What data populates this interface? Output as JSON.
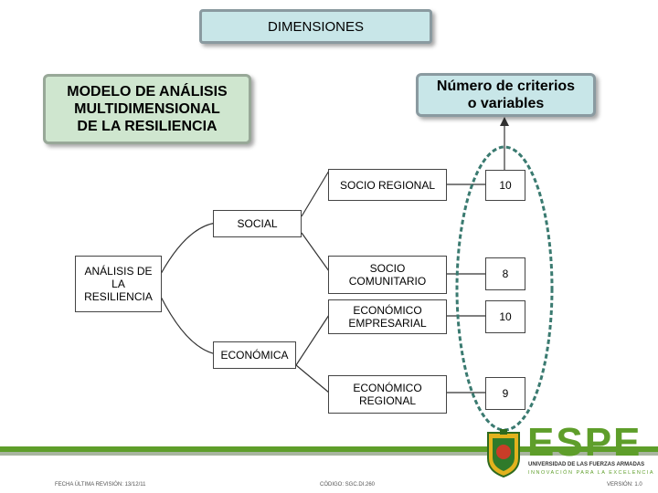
{
  "title": "DIMENSIONES",
  "model_title": "MODELO DE ANÁLISIS\nMULTIDIMENSIONAL\nDE LA RESILIENCIA",
  "criteria_title": "Número de criterios\no variables",
  "root": "ANÁLISIS DE\nLA\nRESILIENCIA",
  "groups": {
    "social": "SOCIAL",
    "economica": "ECONÓMICA"
  },
  "dimensions": [
    {
      "label": "SOCIO REGIONAL",
      "value": "10"
    },
    {
      "label": "SOCIO\nCOMUNITARIO",
      "value": "8"
    },
    {
      "label": "ECONÓMICO\nEMPRESARIAL",
      "value": "10"
    },
    {
      "label": "ECONÓMICO\nREGIONAL",
      "value": "9"
    }
  ],
  "logo": {
    "name": "ESPE",
    "subtitle": "UNIVERSIDAD DE LAS FUERZAS ARMADAS",
    "tagline": "INNOVACIÓN PARA LA EXCELENCIA"
  },
  "footer": {
    "left": "FECHA ÚLTIMA REVISIÓN: 13/12/11",
    "center": "CÓDIGO: SGC.DI.260",
    "right": "VERSIÓN: 1.0"
  },
  "colors": {
    "brand_green": "#5e9e2a",
    "dashed_ellipse": "#3a7a70",
    "title_fill": "#c8e6e8",
    "model_fill": "#cfe6cf"
  }
}
